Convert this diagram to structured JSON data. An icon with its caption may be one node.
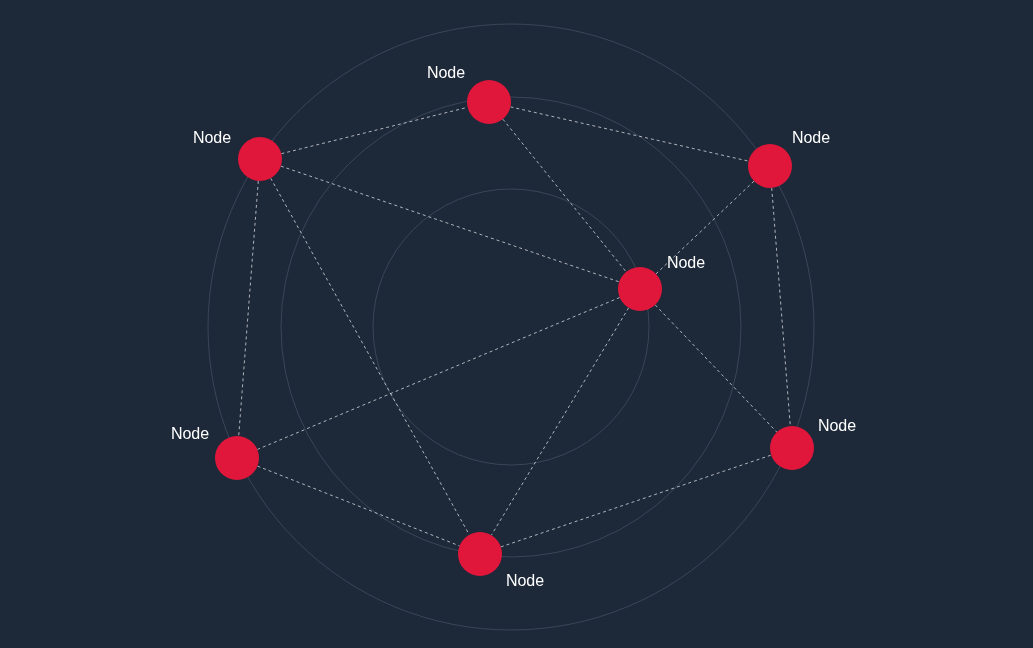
{
  "diagram": {
    "nodes": [
      {
        "text": [],
        "shape": "circle",
        "beside": [
          "Node"
        ]
      },
      {
        "text": [],
        "shape": "circle",
        "beside": [
          "Node"
        ]
      },
      {
        "text": [],
        "shape": "circle",
        "beside": [
          "Node"
        ]
      },
      {
        "text": [],
        "shape": "circle",
        "beside": [
          "Node"
        ]
      },
      {
        "text": [],
        "shape": "circle",
        "beside": [
          "Node"
        ]
      },
      {
        "text": [],
        "shape": "circle",
        "beside": [
          "Node"
        ]
      },
      {
        "text": [],
        "shape": "circle",
        "beside": [
          "Node"
        ]
      }
    ],
    "edges": [
      {
        "from": 1,
        "to": 0,
        "arrow": "none",
        "style": "dashed"
      },
      {
        "from": 0,
        "to": 2,
        "arrow": "none",
        "style": "dashed"
      },
      {
        "from": 0,
        "to": 3,
        "arrow": "none",
        "style": "dashed"
      },
      {
        "from": 1,
        "to": 3,
        "arrow": "none",
        "style": "dashed"
      },
      {
        "from": 2,
        "to": 3,
        "arrow": "none",
        "style": "dashed"
      },
      {
        "from": 2,
        "to": 4,
        "arrow": "none",
        "style": "dashed"
      },
      {
        "from": 3,
        "to": 4,
        "arrow": "none",
        "style": "dashed"
      },
      {
        "from": 3,
        "to": 5,
        "arrow": "none",
        "style": "dashed"
      },
      {
        "from": 3,
        "to": 6,
        "arrow": "none",
        "style": "dashed"
      },
      {
        "from": 1,
        "to": 5,
        "arrow": "none",
        "style": "dashed"
      },
      {
        "from": 1,
        "to": 6,
        "arrow": "none",
        "style": "dashed"
      },
      {
        "from": 5,
        "to": 6,
        "arrow": "none",
        "style": "dashed"
      },
      {
        "from": 6,
        "to": 4,
        "arrow": "none",
        "style": "dashed"
      }
    ]
  }
}
